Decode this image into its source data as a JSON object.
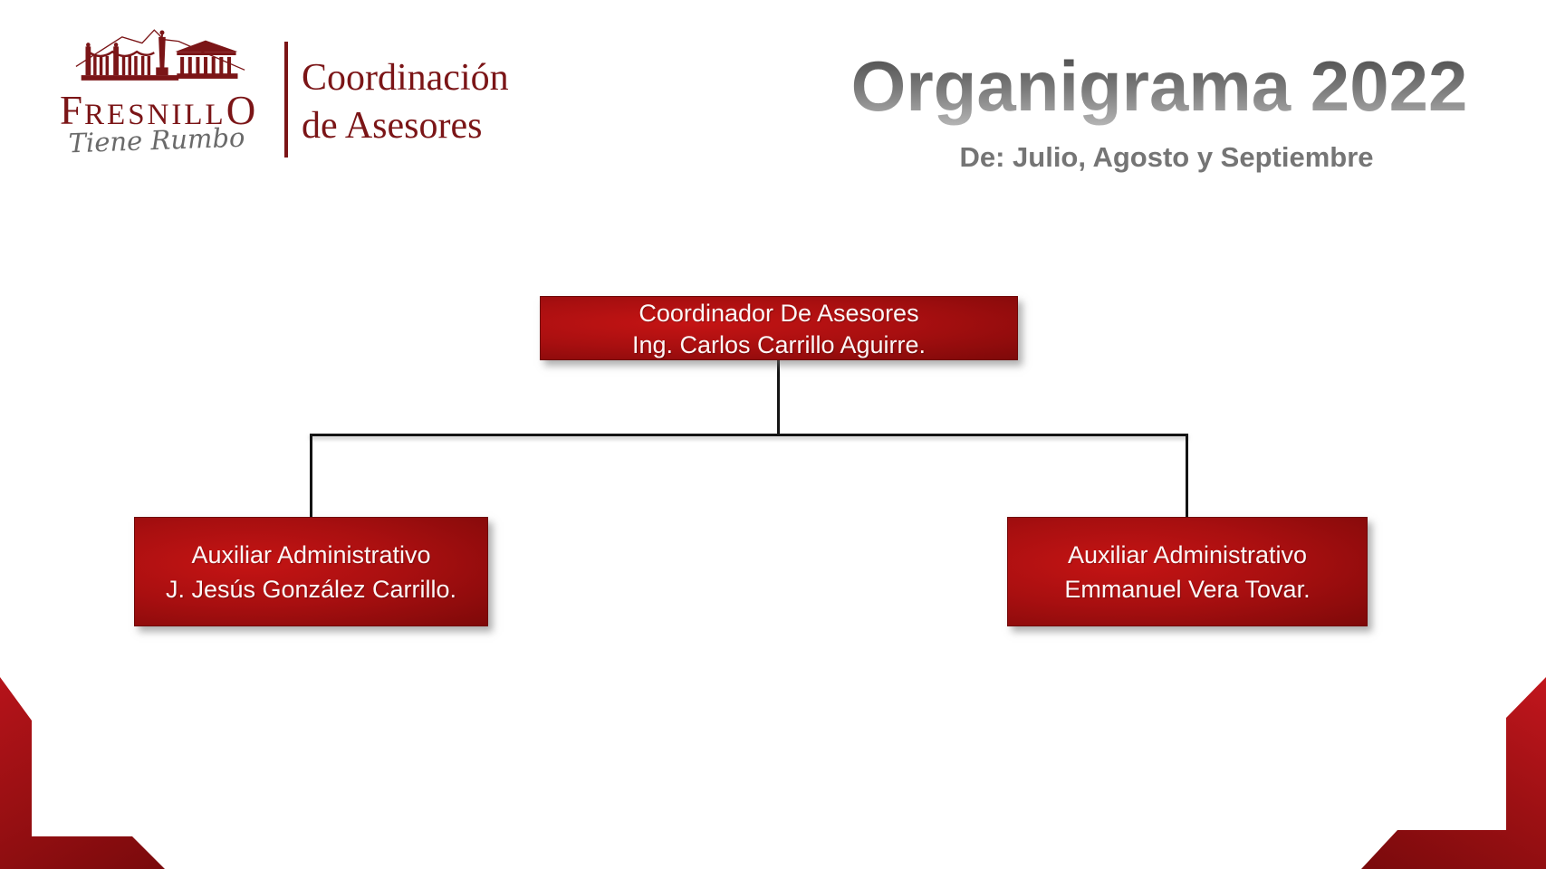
{
  "header": {
    "logo": {
      "brand_first": "F",
      "brand_middle": "RESNILL",
      "brand_last": "O",
      "tagline": "Tiene Rumbo",
      "dept_line1": "Coordinación",
      "dept_line2": "de Asesores"
    },
    "title": "Organigrama 2022",
    "subtitle": "De: Julio, Agosto y Septiembre"
  },
  "org_chart": {
    "root": {
      "role": "Coordinador De Asesores",
      "name": "Ing. Carlos Carrillo Aguirre."
    },
    "children": [
      {
        "role": "Auxiliar Administrativo",
        "name": "J. Jesús González Carrillo."
      },
      {
        "role": "Auxiliar Administrativo",
        "name": "Emmanuel Vera Tovar."
      }
    ]
  },
  "colors": {
    "brand_maroon": "#7b1517",
    "box_red_bright": "#c51414",
    "box_red_dark": "#7e0909",
    "corner_red_bright": "#b6131a",
    "corner_red_dark": "#7a0a0c",
    "title_gray_top": "#4a4a4a",
    "title_gray_bottom": "#b2b2b2",
    "subtitle_gray": "#757575",
    "tagline_gray": "#6a6a6a",
    "connector_black": "#141414"
  }
}
